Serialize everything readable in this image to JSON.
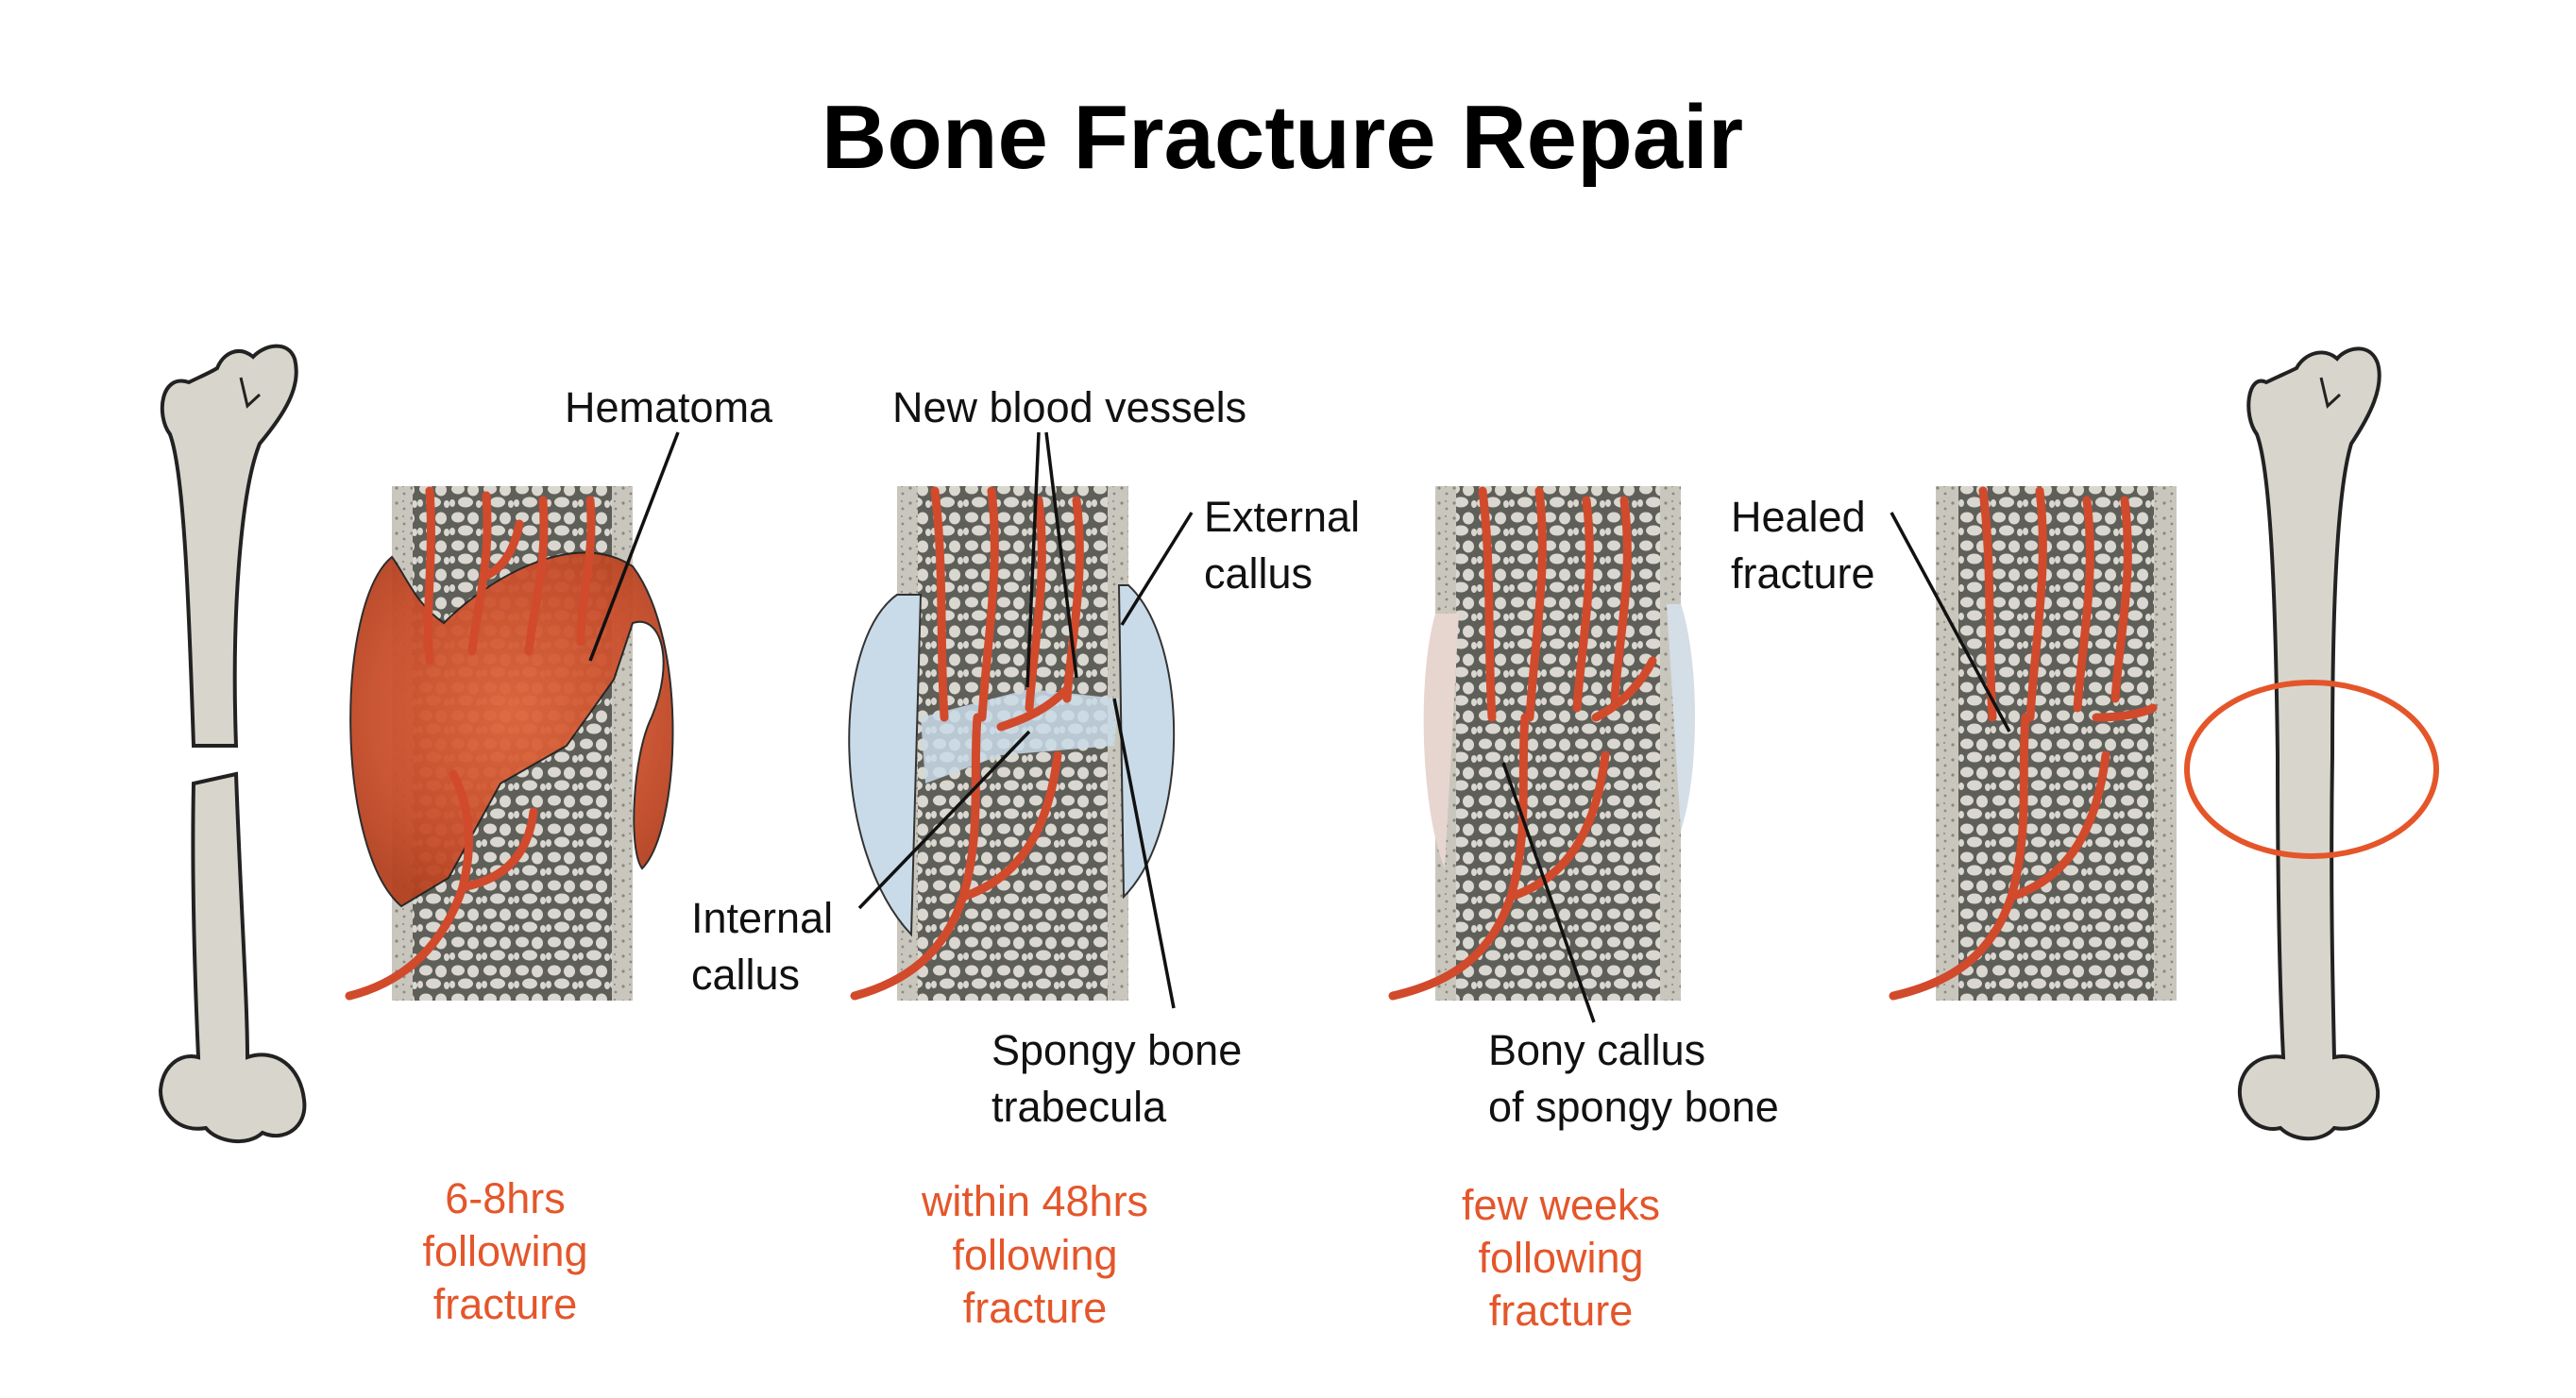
{
  "title": "Bone Fracture Repair",
  "labels": {
    "hematoma": "Hematoma",
    "new_blood_vessels": "New blood vessels",
    "external_callus": [
      "External",
      "callus"
    ],
    "internal_callus": [
      "Internal",
      "callus"
    ],
    "spongy_bone_trabecula": [
      "Spongy bone",
      "trabecula"
    ],
    "healed_fracture": [
      "Healed",
      "fracture"
    ],
    "bony_callus": [
      "Bony callus",
      "of spongy bone"
    ]
  },
  "stages": [
    {
      "caption": [
        "6-8hrs",
        "following",
        "fracture"
      ]
    },
    {
      "caption": [
        "within 48hrs",
        "following",
        "fracture"
      ]
    },
    {
      "caption": [
        "few weeks",
        "following",
        "fracture"
      ]
    }
  ],
  "colors": {
    "bone": "#d8d6cc",
    "bone_outline": "#222222",
    "vessel": "#d14a2c",
    "hematoma": "#c9502e",
    "callus": "#c9dbe8",
    "caption": "#e4562a",
    "annotation_circle": "#e4562a"
  },
  "icons": [
    "femur-broken-icon",
    "femur-healed-icon",
    "annotation-circle"
  ]
}
